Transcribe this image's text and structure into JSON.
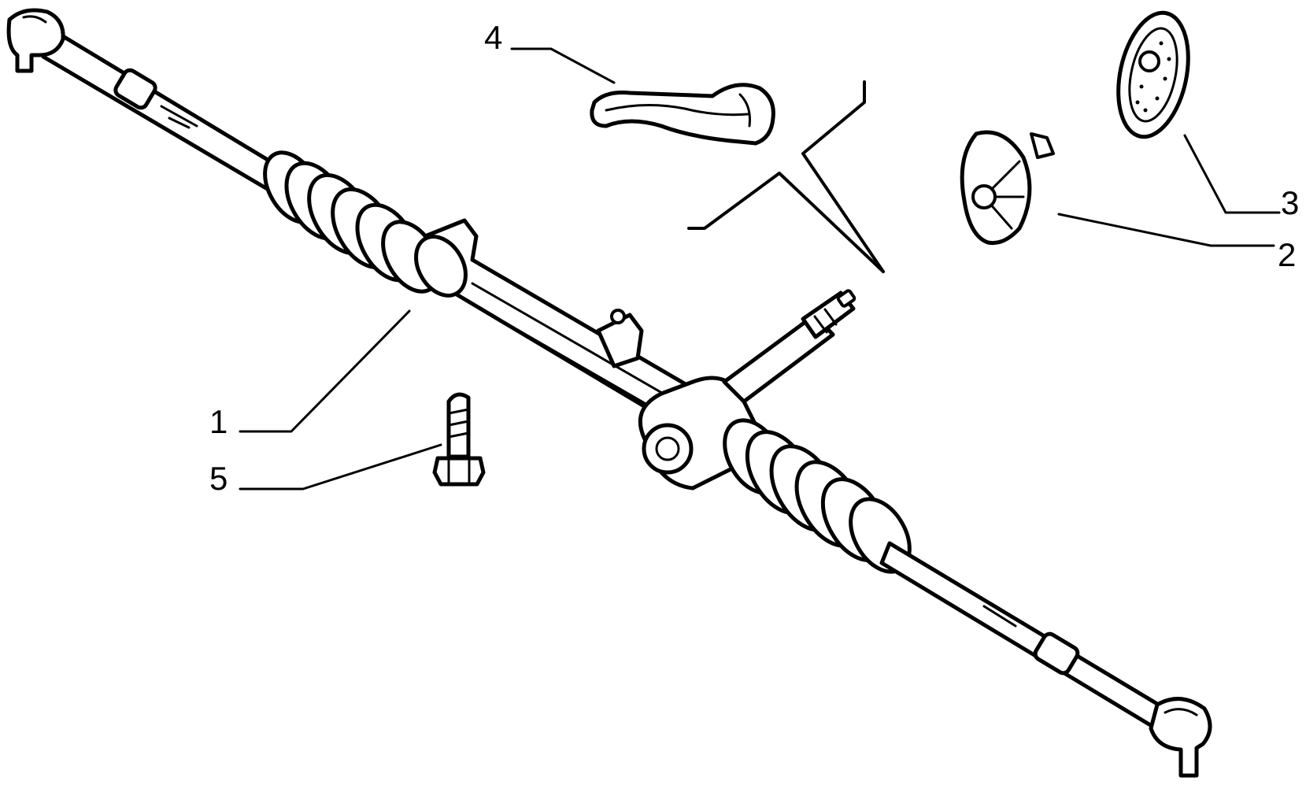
{
  "colors": {
    "ink": "#000000",
    "paper": "#ffffff"
  },
  "callouts": {
    "c1": "1",
    "c2": "2",
    "c3": "3",
    "c4": "4",
    "c5": "5"
  }
}
